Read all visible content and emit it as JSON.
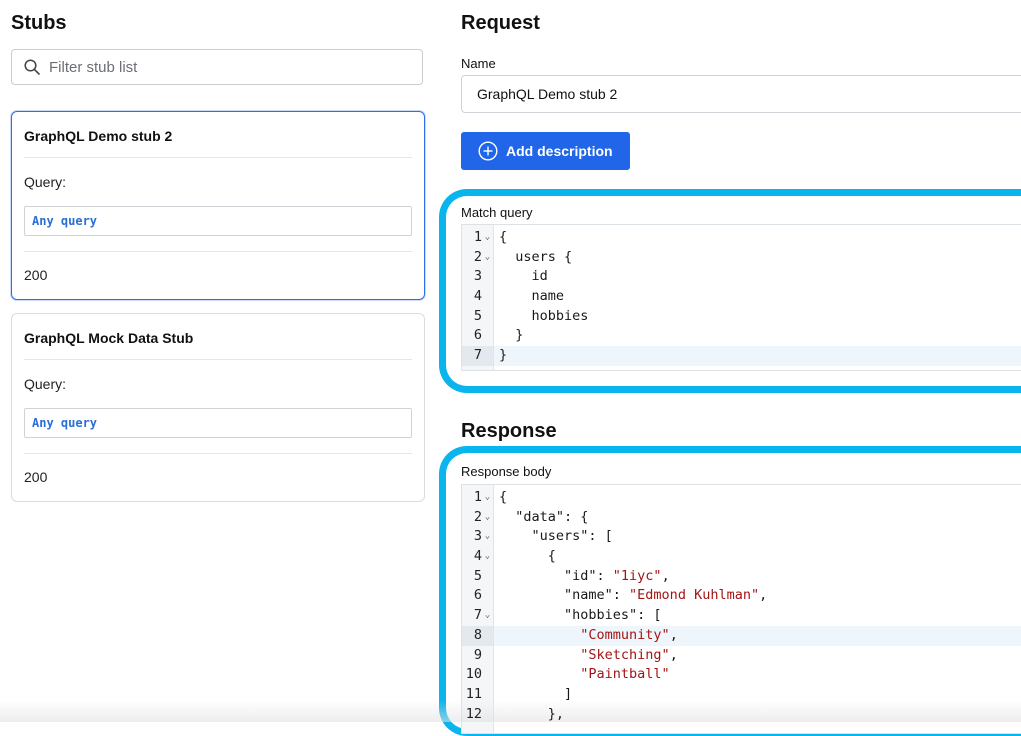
{
  "stubs": {
    "heading": "Stubs",
    "filter_placeholder": "Filter stub list",
    "cards": [
      {
        "title": "GraphQL Demo stub 2",
        "query_label": "Query:",
        "query_value": "Any query",
        "status": "200",
        "selected": true
      },
      {
        "title": "GraphQL Mock Data Stub",
        "query_label": "Query:",
        "query_value": "Any query",
        "status": "200",
        "selected": false
      }
    ]
  },
  "request": {
    "heading": "Request",
    "name_label": "Name",
    "name_value": "GraphQL Demo stub 2",
    "add_description_label": "Add description",
    "match_query_label": "Match query",
    "match_query_lines": [
      {
        "n": "1",
        "fold": true,
        "code": "{"
      },
      {
        "n": "2",
        "fold": true,
        "code": "  users {"
      },
      {
        "n": "3",
        "fold": false,
        "code": "    id"
      },
      {
        "n": "4",
        "fold": false,
        "code": "    name"
      },
      {
        "n": "5",
        "fold": false,
        "code": "    hobbies"
      },
      {
        "n": "6",
        "fold": false,
        "code": "  }"
      },
      {
        "n": "7",
        "fold": false,
        "code": "}",
        "active": true
      }
    ]
  },
  "response": {
    "heading": "Response",
    "body_label": "Response body",
    "body_lines": [
      {
        "n": "1",
        "fold": true,
        "code": "{"
      },
      {
        "n": "2",
        "fold": true,
        "code": "  \"data\": {"
      },
      {
        "n": "3",
        "fold": true,
        "code": "    \"users\": ["
      },
      {
        "n": "4",
        "fold": true,
        "code": "      {"
      },
      {
        "n": "5",
        "fold": false,
        "code": "        \"id\": ",
        "str": "\"1iyc\"",
        "tail": ","
      },
      {
        "n": "6",
        "fold": false,
        "code": "        \"name\": ",
        "str": "\"Edmond Kuhlman\"",
        "tail": ","
      },
      {
        "n": "7",
        "fold": true,
        "code": "        \"hobbies\": ["
      },
      {
        "n": "8",
        "fold": false,
        "code": "          ",
        "str": "\"Community\"",
        "tail": ",",
        "active": true
      },
      {
        "n": "9",
        "fold": false,
        "code": "          ",
        "str": "\"Sketching\"",
        "tail": ","
      },
      {
        "n": "10",
        "fold": false,
        "code": "          ",
        "str": "\"Paintball\"",
        "tail": ""
      },
      {
        "n": "11",
        "fold": false,
        "code": "        ]"
      },
      {
        "n": "12",
        "fold": false,
        "code": "      },"
      }
    ]
  },
  "colors": {
    "accent": "#2166e8",
    "highlight": "#0ab4ec",
    "string": "#a31515",
    "link": "#2b6fd6"
  },
  "icons": {
    "search": "search-icon",
    "add": "plus-circle-icon",
    "fold": "chevron-down-icon"
  }
}
